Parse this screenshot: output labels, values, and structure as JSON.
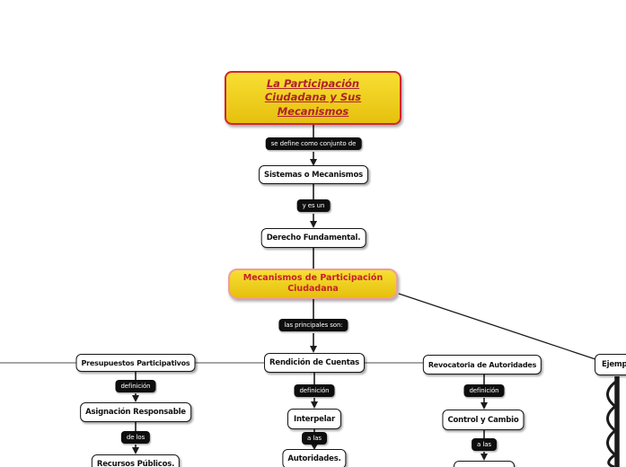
{
  "colors": {
    "canvas-bg": "#ffffff",
    "yellow-top": "#f7df33",
    "yellow-bottom": "#e6c00e",
    "root-border": "#d2262b",
    "root-text": "#b02030",
    "mec-border": "#ec9e9e",
    "mec-text": "#c6202c",
    "node-bg": "#ffffff",
    "node-border": "#161616",
    "node-text": "#111111",
    "pill-bg": "#0e0e0e",
    "pill-text": "#ffffff",
    "line": "#1b1b1b",
    "line-gray": "#8a8a8a"
  },
  "nodes": {
    "root": "La Participación\nCiudadana y Sus\nMecanismos",
    "sistemas": "Sistemas o Mecanismos",
    "derecho": "Derecho Fundamental.",
    "mecanismos": "Mecanismos de Participación\nCiudadana",
    "presupuestos": "Presupuestos Participativos",
    "rendicion": "Rendición de Cuentas",
    "revocatoria": "Revocatoria de Autoridades",
    "ejemplos": "Ejemplos",
    "asignacion": "Asignación Responsable",
    "recursos": "Recursos Públicos.",
    "interpelar": "Interpelar",
    "autoridades": "Autoridades.",
    "control": "Control y Cambio"
  },
  "labels": {
    "se_define": "se define como conjunto de",
    "y_es_un": "y es un",
    "las_principales": "las principales son:",
    "definicion": "definición",
    "de_los": "de los",
    "a_las": "a las"
  }
}
